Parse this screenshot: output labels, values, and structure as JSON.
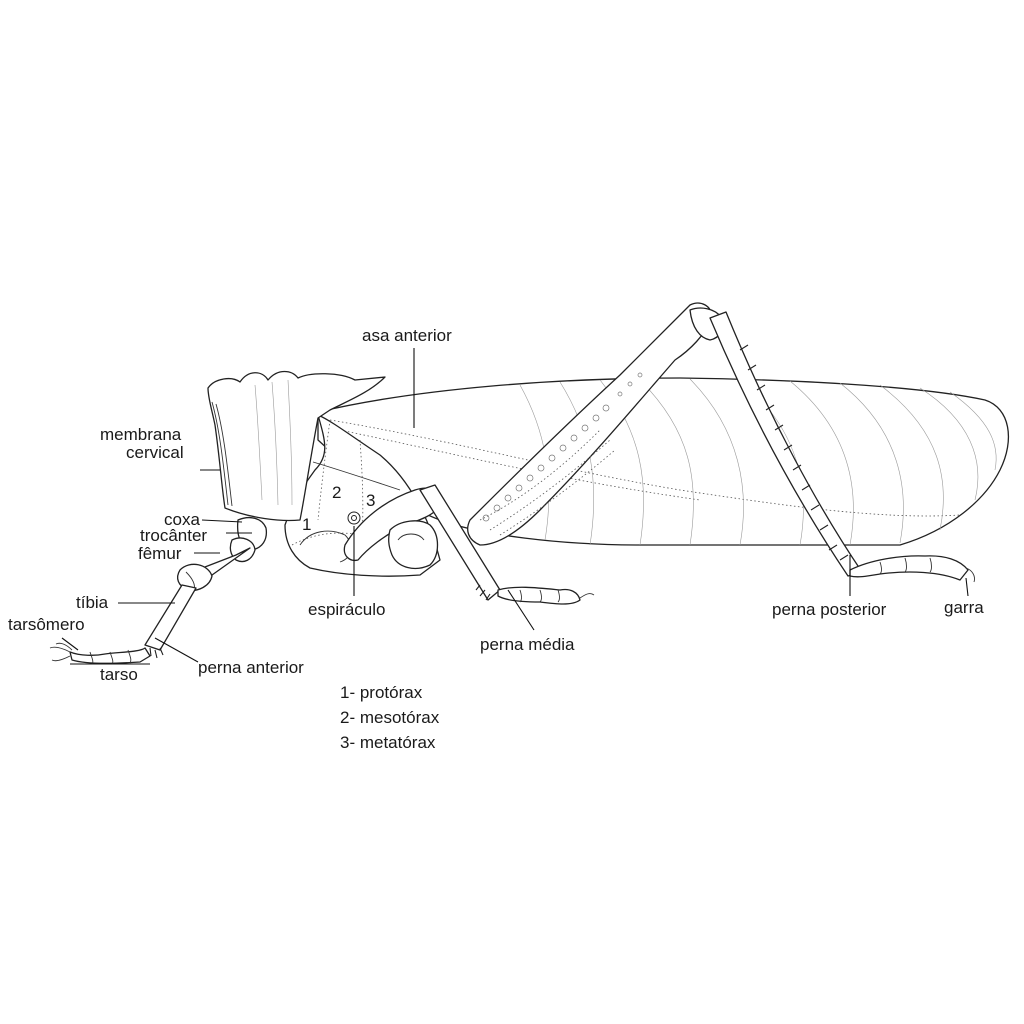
{
  "labels": {
    "asa_anterior": "asa anterior",
    "membrana_cervical_1": "membrana",
    "membrana_cervical_2": "cervical",
    "coxa": "coxa",
    "trocanter": "trocânter",
    "femur": "fêmur",
    "tibia": "tíbia",
    "tarsomero": "tarsômero",
    "tarso": "tarso",
    "perna_anterior": "perna anterior",
    "espiraculo": "espiráculo",
    "perna_media": "perna média",
    "perna_posterior": "perna posterior",
    "garra": "garra",
    "segment_1": "1",
    "segment_2": "2",
    "segment_3": "3"
  },
  "legend": [
    "1- protórax",
    "2- mesotórax",
    "3- metatórax"
  ]
}
